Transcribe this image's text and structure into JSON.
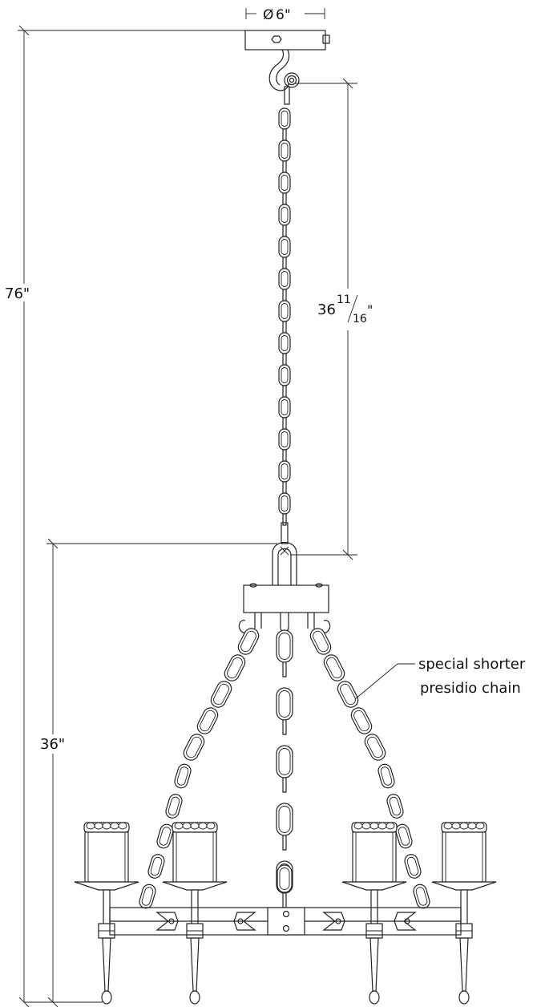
{
  "dimensions": {
    "canopy_diameter": "6\"",
    "diameter_symbol": "Ø",
    "overall_height": "76\"",
    "chain_length_whole": "36",
    "chain_length_frac_num": "11",
    "chain_length_frac_den": "16",
    "chain_length_inch_mark": "\"",
    "fixture_height": "36\""
  },
  "callouts": {
    "chain_note_line1": "special shorter",
    "chain_note_line2": "presidio chain"
  },
  "colors": {
    "line": "#222222",
    "background": "#ffffff"
  }
}
